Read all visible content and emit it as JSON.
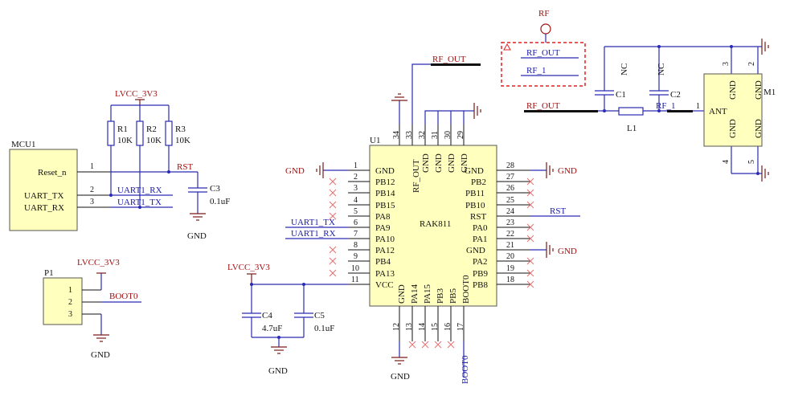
{
  "mcu": {
    "ref": "MCU1",
    "pins": [
      {
        "name": "Reset_n",
        "num": "1"
      },
      {
        "name": "UART_TX",
        "num": "2"
      },
      {
        "name": "UART_RX",
        "num": "3"
      }
    ]
  },
  "nets": {
    "lvcc": "LVCC_3V3",
    "gnd": "GND",
    "rst": "RST",
    "uart1_rx": "UART1_RX",
    "uart1_tx": "UART1_TX",
    "rf_out": "RF_OUT",
    "rf_1": "RF_1",
    "rf": "RF",
    "boot0": "BOOT0"
  },
  "resistors": [
    {
      "ref": "R1",
      "value": "10K"
    },
    {
      "ref": "R2",
      "value": "10K"
    },
    {
      "ref": "R3",
      "value": "10K"
    }
  ],
  "capacitors": {
    "c3": {
      "ref": "C3",
      "value": "0.1uF"
    },
    "c4": {
      "ref": "C4",
      "value": "4.7uF"
    },
    "c5": {
      "ref": "C5",
      "value": "0.1uF"
    },
    "c1": {
      "ref": "C1",
      "value": "NC"
    },
    "c2": {
      "ref": "C2",
      "value": "NC"
    }
  },
  "inductor": {
    "ref": "L1"
  },
  "header": {
    "ref": "P1",
    "pins": [
      "1",
      "2",
      "3"
    ]
  },
  "module": {
    "ref": "U1",
    "name": "RAK811",
    "left_pins": [
      {
        "num": "1",
        "name": "GND"
      },
      {
        "num": "2",
        "name": "PB12"
      },
      {
        "num": "3",
        "name": "PB14"
      },
      {
        "num": "4",
        "name": "PB15"
      },
      {
        "num": "5",
        "name": "PA8"
      },
      {
        "num": "6",
        "name": "PA9"
      },
      {
        "num": "7",
        "name": "PA10"
      },
      {
        "num": "8",
        "name": "PA12"
      },
      {
        "num": "9",
        "name": "PB4"
      },
      {
        "num": "10",
        "name": "PA13"
      },
      {
        "num": "11",
        "name": "VCC"
      }
    ],
    "right_pins": [
      {
        "num": "28",
        "name": "GND"
      },
      {
        "num": "27",
        "name": "PB2"
      },
      {
        "num": "26",
        "name": "PB11"
      },
      {
        "num": "25",
        "name": "PB10"
      },
      {
        "num": "24",
        "name": "RST"
      },
      {
        "num": "23",
        "name": "PA0"
      },
      {
        "num": "22",
        "name": "PA1"
      },
      {
        "num": "21",
        "name": "GND"
      },
      {
        "num": "20",
        "name": "PA2"
      },
      {
        "num": "19",
        "name": "PB9"
      },
      {
        "num": "18",
        "name": "PB8"
      }
    ],
    "top_pins": [
      {
        "num": "34",
        "name": ""
      },
      {
        "num": "33",
        "name": "RF_OUT"
      },
      {
        "num": "32",
        "name": "GND"
      },
      {
        "num": "31",
        "name": "GND"
      },
      {
        "num": "30",
        "name": "GND"
      },
      {
        "num": "29",
        "name": "GND"
      }
    ],
    "bottom_pins": [
      {
        "num": "12",
        "name": "GND"
      },
      {
        "num": "13",
        "name": "PA14"
      },
      {
        "num": "14",
        "name": "PA15"
      },
      {
        "num": "15",
        "name": "PB3"
      },
      {
        "num": "16",
        "name": "PB5"
      },
      {
        "num": "17",
        "name": "BOOT0"
      }
    ]
  },
  "antenna": {
    "ref": "M1",
    "ant_label": "ANT",
    "gnd_label": "GND",
    "pins": [
      "1",
      "2",
      "3",
      "4",
      "5"
    ]
  },
  "colors": {
    "wire": "#2b2bb5",
    "dark": "#111111",
    "red": "#a01010",
    "gnd": "#7a1a1a",
    "body": "#ffffbe",
    "dash": "#e02020",
    "nc": "#e87070"
  }
}
